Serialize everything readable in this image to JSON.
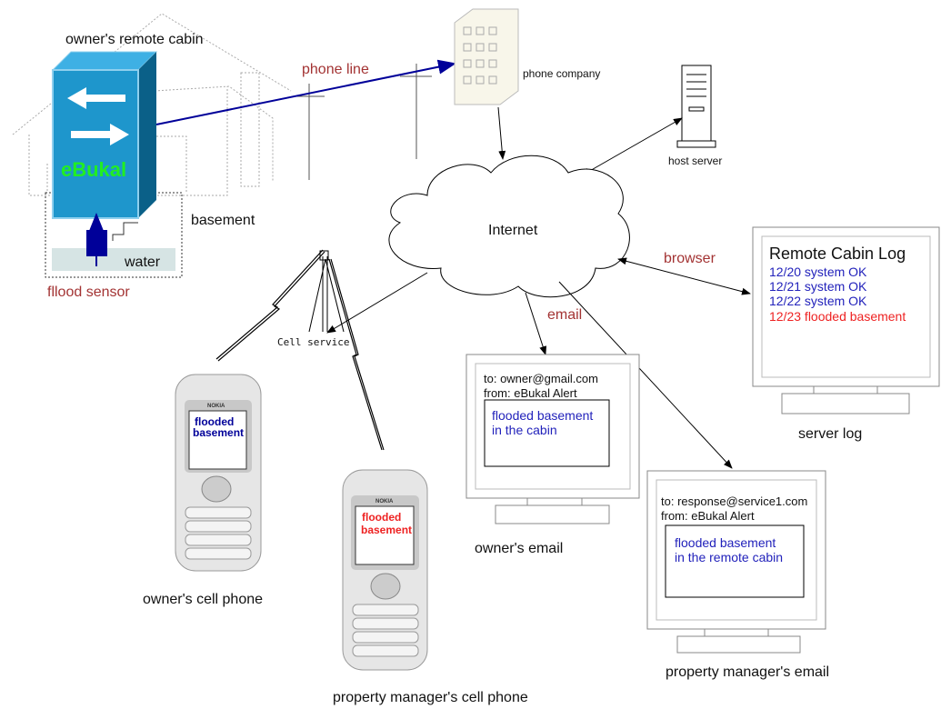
{
  "cabin": {
    "title": "owner's remote cabin",
    "device_name": "eBukal",
    "basement": "basement",
    "water": "water",
    "sensor": "fllood sensor"
  },
  "links": {
    "phone_line": "phone line",
    "browser": "browser",
    "email": "email",
    "cell_service": "Cell service"
  },
  "phone_company": "phone company",
  "host_server": "host server",
  "internet": "Internet",
  "server_log": {
    "title": "Remote Cabin Log",
    "entries": [
      "12/20 system OK",
      "12/21 system OK",
      "12/22 system OK",
      "12/23 flooded basement"
    ],
    "label": "server log"
  },
  "owner_email": {
    "to": "to: owner@gmail.com",
    "from": "from: eBukal Alert",
    "body1": "flooded basement",
    "body2": "in the cabin",
    "label": "owner's email"
  },
  "pm_email": {
    "to": "to: response@service1.com",
    "from": "from: eBukal Alert",
    "body1": "flooded basement",
    "body2": "in the remote cabin",
    "label": "property manager's email"
  },
  "owner_phone": {
    "brand": "NOKIA",
    "msg1": "flooded",
    "msg2": "basement",
    "label": "owner's cell phone"
  },
  "pm_phone": {
    "brand": "NOKIA",
    "msg1": "flooded",
    "msg2": "basement",
    "label": "property manager's cell phone"
  },
  "colors": {
    "device": "#1e96cc",
    "device_text": "#22ee22",
    "link_label": "#a33333",
    "phone_line": "#000099",
    "alert_red": "#ee2222",
    "ok_blue": "#2222bb"
  }
}
